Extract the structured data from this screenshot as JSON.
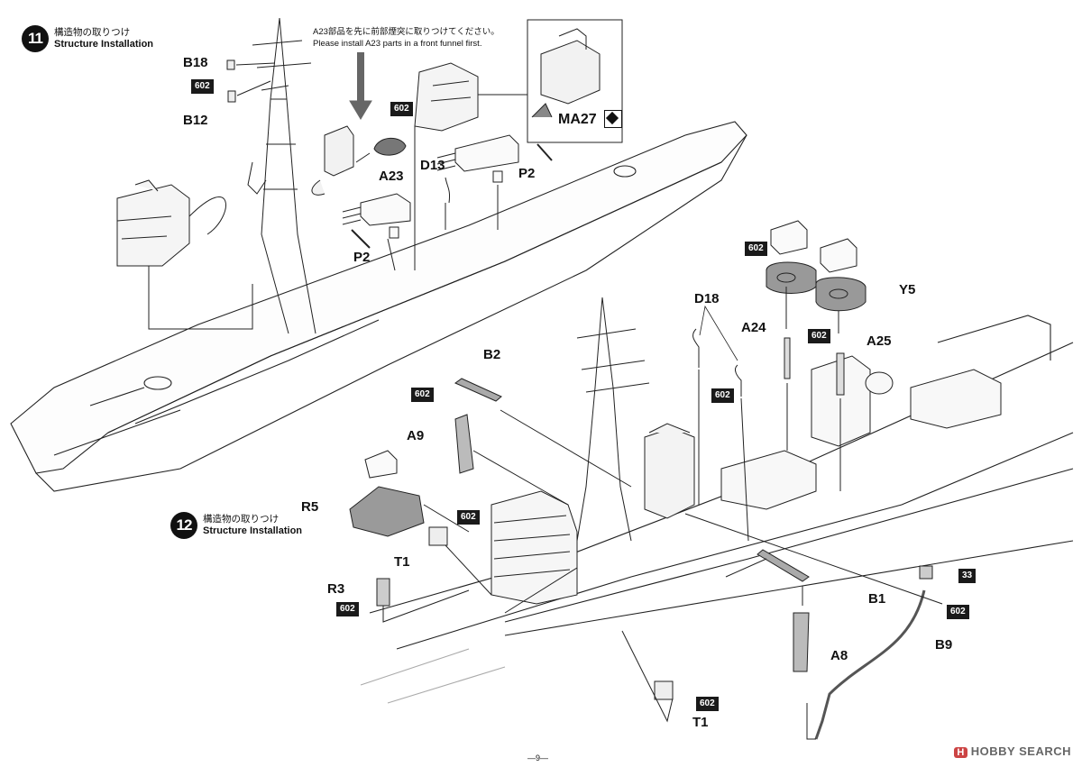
{
  "steps": [
    {
      "number": "11",
      "title_jp": "構造物の取りつけ",
      "title_en": "Structure Installation"
    },
    {
      "number": "12",
      "title_jp": "構造物の取りつけ",
      "title_en": "Structure Installation"
    }
  ],
  "note": {
    "jp": "A23部品を先に前部煙突に取りつけてください。",
    "en": "Please install A23 parts in a front funnel first."
  },
  "parts": {
    "b18": "B18",
    "b12": "B12",
    "a23": "A23",
    "d13": "D13",
    "p2a": "P2",
    "p2b": "P2",
    "ma27": "MA27",
    "d18": "D18",
    "a24": "A24",
    "y5": "Y5",
    "a25": "A25",
    "b2": "B2",
    "a9": "A9",
    "r5": "R5",
    "t1a": "T1",
    "r3": "R3",
    "b1": "B1",
    "a8": "A8",
    "b9": "B9",
    "t1b": "T1",
    "p33": "33"
  },
  "paint_code": "602",
  "page_number": "—9—",
  "watermark": "HOBBY SEARCH",
  "watermark_mark": "H"
}
